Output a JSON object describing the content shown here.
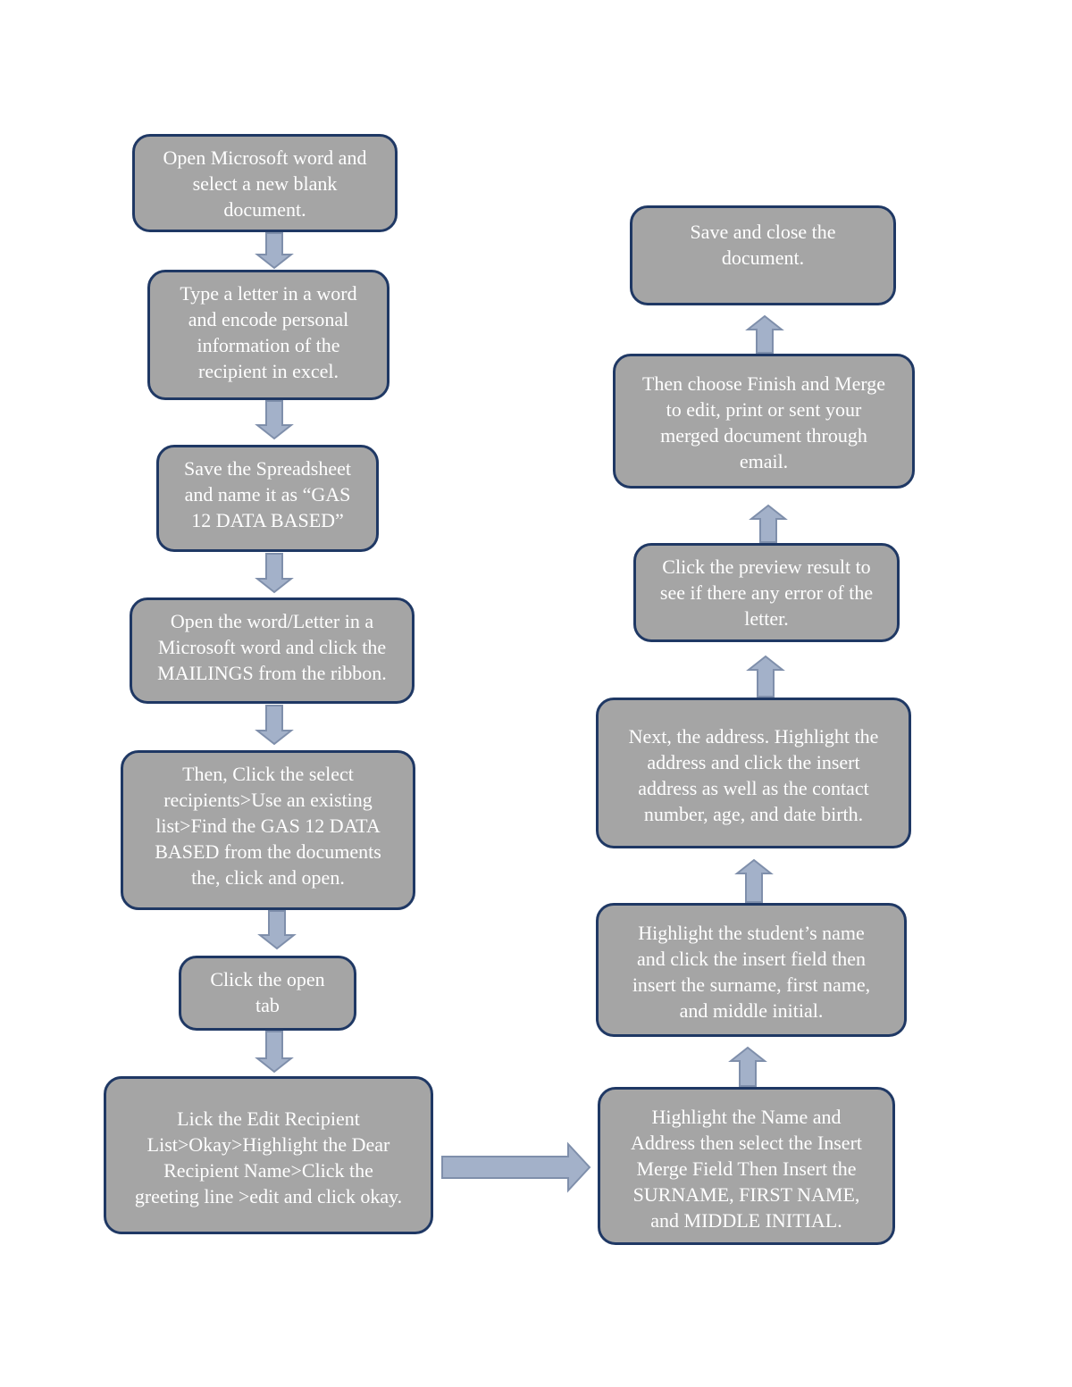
{
  "colors": {
    "box_fill": "#a5a5a5",
    "box_border": "#1f3864",
    "box_text": "#ffffff",
    "arrow_fill": "#a3b1c9",
    "arrow_stroke": "#7f8fab"
  },
  "left_column": [
    "Open Microsoft word and\nselect a new blank\ndocument.",
    "Type a letter in a word\nand encode personal\ninformation of the\nrecipient in excel.",
    "Save the Spreadsheet\nand name it as “GAS\n12 DATA BASED”",
    "Open the word/Letter in a\nMicrosoft word and click the\nMAILINGS from the ribbon.",
    "Then, Click the select\nrecipients>Use an existing\nlist>Find the GAS 12 DATA\nBASED from the documents\nthe, click and open.",
    "Click the open\ntab",
    "Lick the Edit Recipient\nList>Okay>Highlight the Dear\nRecipient Name>Click the\ngreeting line >edit and click okay."
  ],
  "right_column": [
    "Highlight the Name and\nAddress then select the Insert\nMerge Field Then Insert the\nSURNAME, FIRST NAME,\nand MIDDLE INITIAL.",
    "Highlight the student’s name\nand click the insert field then\ninsert the surname, first name,\nand middle initial.",
    "Next, the address. Highlight the\naddress and click the insert\naddress as well as the contact\nnumber, age, and date birth.",
    "Click the preview result to\nsee if there any error of the\nletter.",
    "Then choose Finish and Merge\nto edit, print or sent your\nmerged document through\nemail.",
    "Save and close the\ndocument."
  ]
}
